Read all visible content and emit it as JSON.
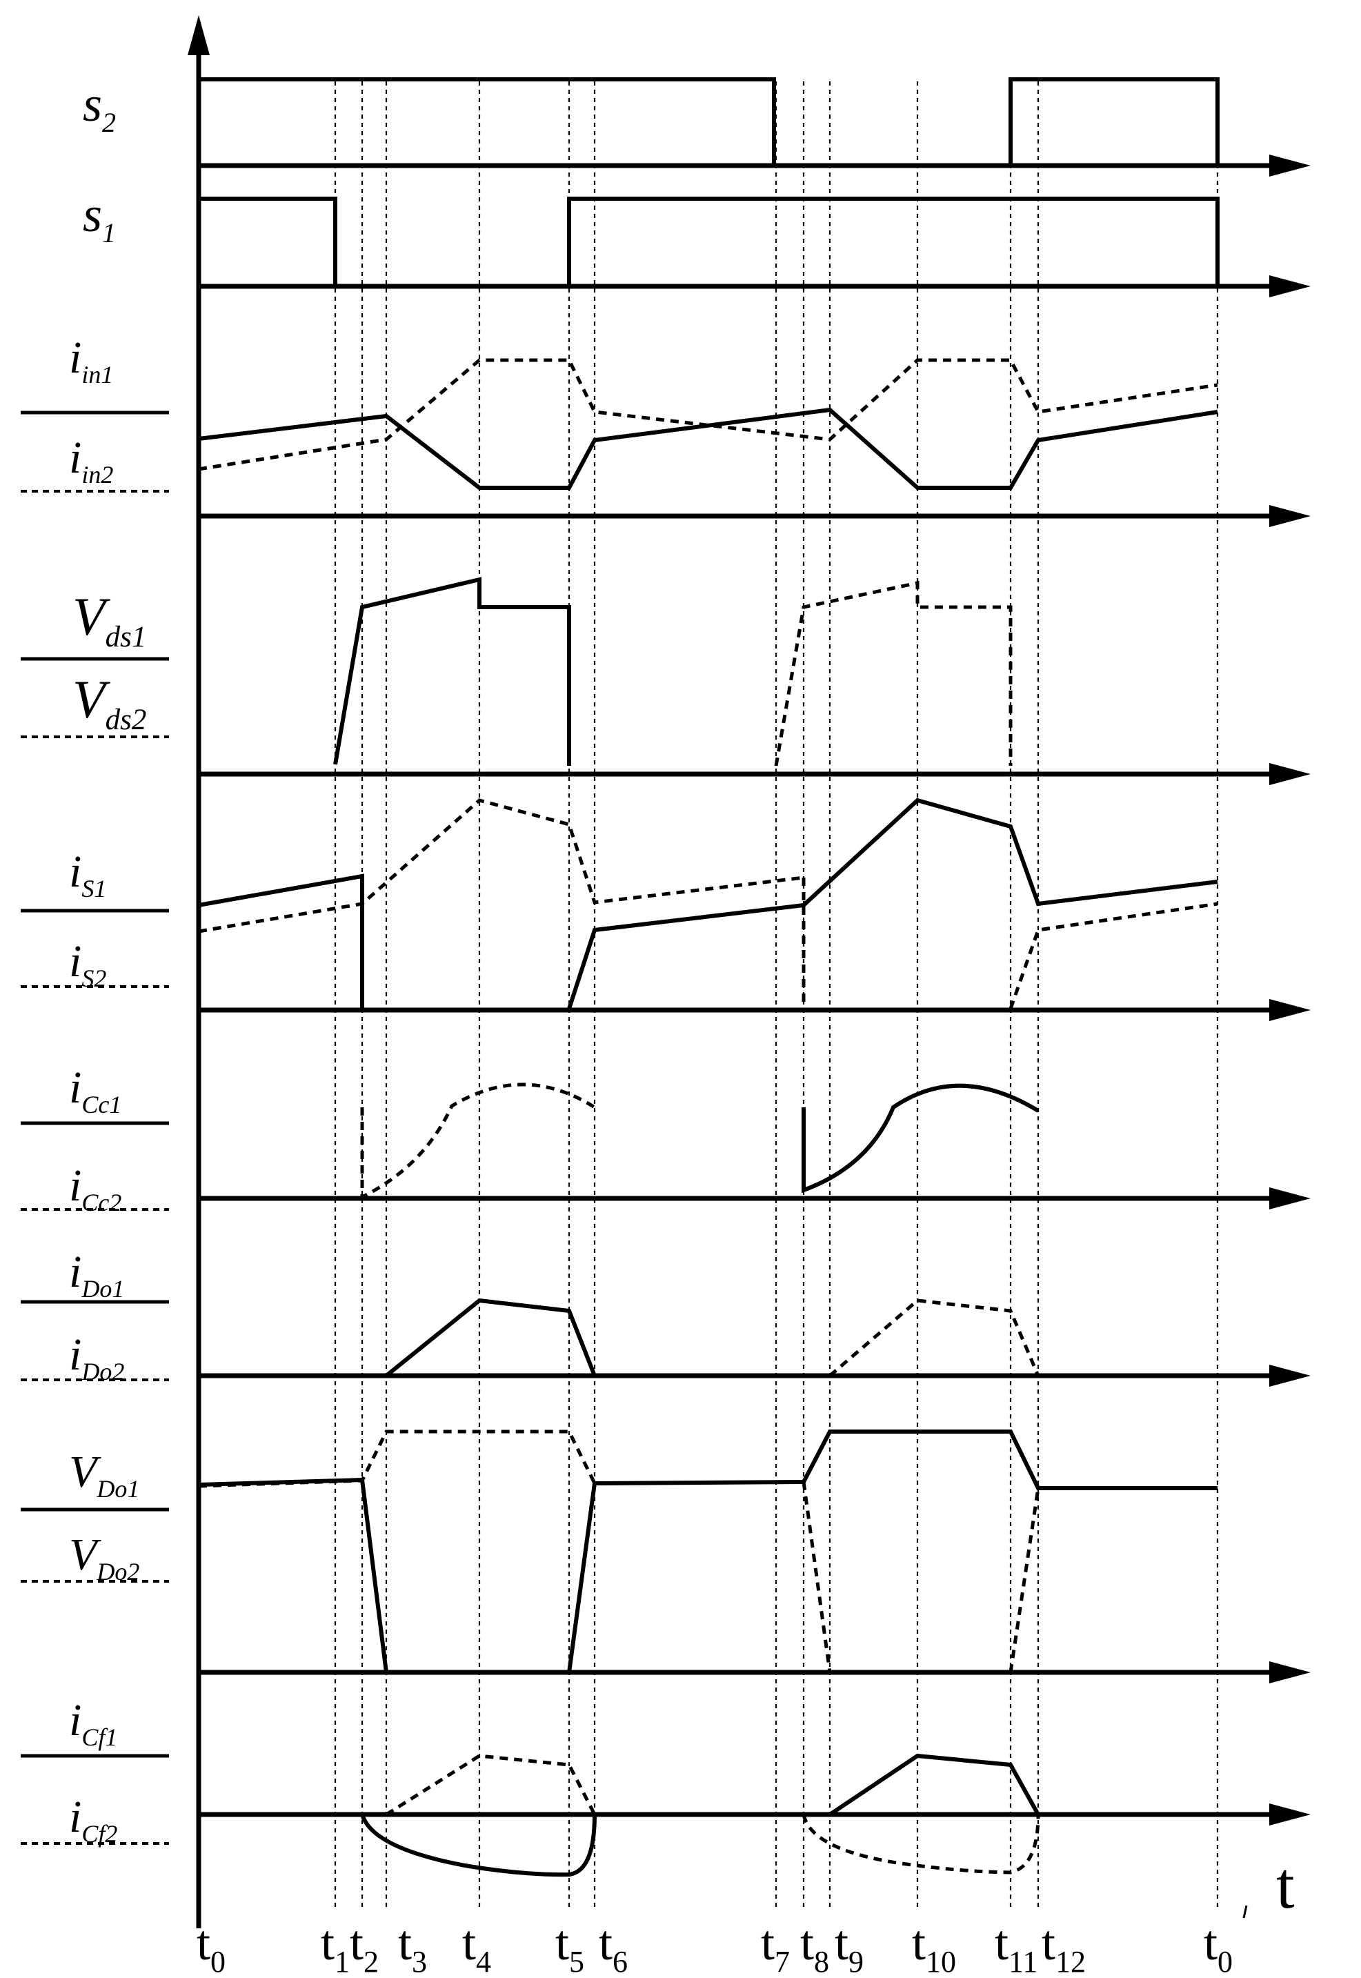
{
  "diagram": {
    "kind": "switching waveform timing diagram",
    "rows": [
      {
        "id": "s2",
        "labels": [
          {
            "base": "s",
            "sub": "2"
          }
        ],
        "legend": false
      },
      {
        "id": "s1",
        "labels": [
          {
            "base": "s",
            "sub": "1"
          }
        ],
        "legend": false
      },
      {
        "id": "iin",
        "labels": [
          {
            "base": "i",
            "sub": "in1"
          },
          {
            "base": "i",
            "sub": "in2"
          }
        ],
        "legend": true
      },
      {
        "id": "vds",
        "labels": [
          {
            "base": "V",
            "sub": "ds1"
          },
          {
            "base": "V",
            "sub": "ds2"
          }
        ],
        "legend": true
      },
      {
        "id": "is",
        "labels": [
          {
            "base": "i",
            "sub": "S1"
          },
          {
            "base": "i",
            "sub": "S2"
          }
        ],
        "legend": true
      },
      {
        "id": "icc",
        "labels": [
          {
            "base": "i",
            "sub": "Cc1"
          },
          {
            "base": "i",
            "sub": "Cc2"
          }
        ],
        "legend": true
      },
      {
        "id": "ido",
        "labels": [
          {
            "base": "i",
            "sub": "Do1"
          },
          {
            "base": "i",
            "sub": "Do2"
          }
        ],
        "legend": true
      },
      {
        "id": "vdo",
        "labels": [
          {
            "base": "V",
            "sub": "Do1"
          },
          {
            "base": "V",
            "sub": "Do2"
          }
        ],
        "legend": true
      },
      {
        "id": "icf",
        "labels": [
          {
            "base": "i",
            "sub": "Cf1"
          },
          {
            "base": "i",
            "sub": "Cf2"
          }
        ],
        "legend": true
      }
    ],
    "time_axis_label": "t",
    "time_instants": [
      {
        "base": "t",
        "sub": "0",
        "prime": false
      },
      {
        "base": "t",
        "sub": "1",
        "prime": false
      },
      {
        "base": "t",
        "sub": "2",
        "prime": false
      },
      {
        "base": "t",
        "sub": "3",
        "prime": false
      },
      {
        "base": "t",
        "sub": "4",
        "prime": false
      },
      {
        "base": "t",
        "sub": "5",
        "prime": false
      },
      {
        "base": "t",
        "sub": "6",
        "prime": false
      },
      {
        "base": "t",
        "sub": "7",
        "prime": false
      },
      {
        "base": "t",
        "sub": "8",
        "prime": false
      },
      {
        "base": "t",
        "sub": "9",
        "prime": false
      },
      {
        "base": "t",
        "sub": "10",
        "prime": false
      },
      {
        "base": "t",
        "sub": "11",
        "prime": false
      },
      {
        "base": "t",
        "sub": "12",
        "prime": false
      },
      {
        "base": "t",
        "sub": "0",
        "prime": true
      }
    ]
  }
}
